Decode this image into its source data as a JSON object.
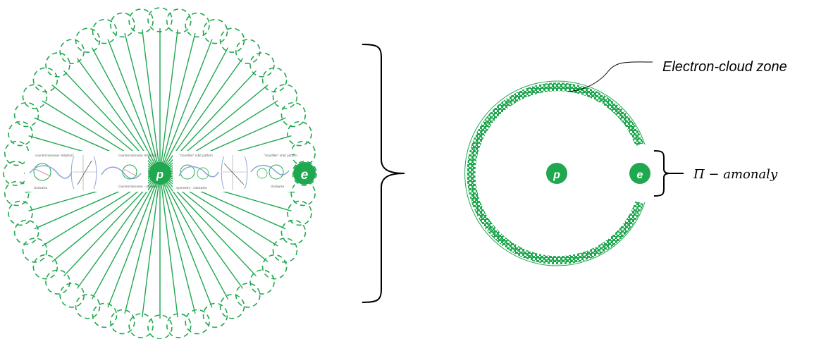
{
  "colors": {
    "green": "#1fa84f",
    "green_light": "#3cbf64",
    "black": "#000000",
    "panel_blue": "#8fa8d8",
    "panel_pink": "#d88fb0"
  },
  "left_atom": {
    "proton_label": "p",
    "electron_label": "e",
    "spoke_count": 48,
    "loop_count": 48
  },
  "inset_panels": {
    "panel_1_title": "counterclockwise 'elliptical'",
    "panel_1_caption": "clockwise",
    "panel_2_title": "counterclockwise 'elliptical'",
    "panel_2_caption": "counterclockwise - clockwise",
    "panel_3_title": "\"cloudlike\" orbit pattern",
    "panel_3_caption": "symmetry - clockwise",
    "panel_4_title": "\"cloudlike\" orbit pattern",
    "panel_4_caption": "clockwise"
  },
  "right_atom": {
    "proton_label": "p",
    "electron_label": "e",
    "zone_label": "Electron-cloud zone",
    "anomaly_label": "Π − amonaly"
  }
}
